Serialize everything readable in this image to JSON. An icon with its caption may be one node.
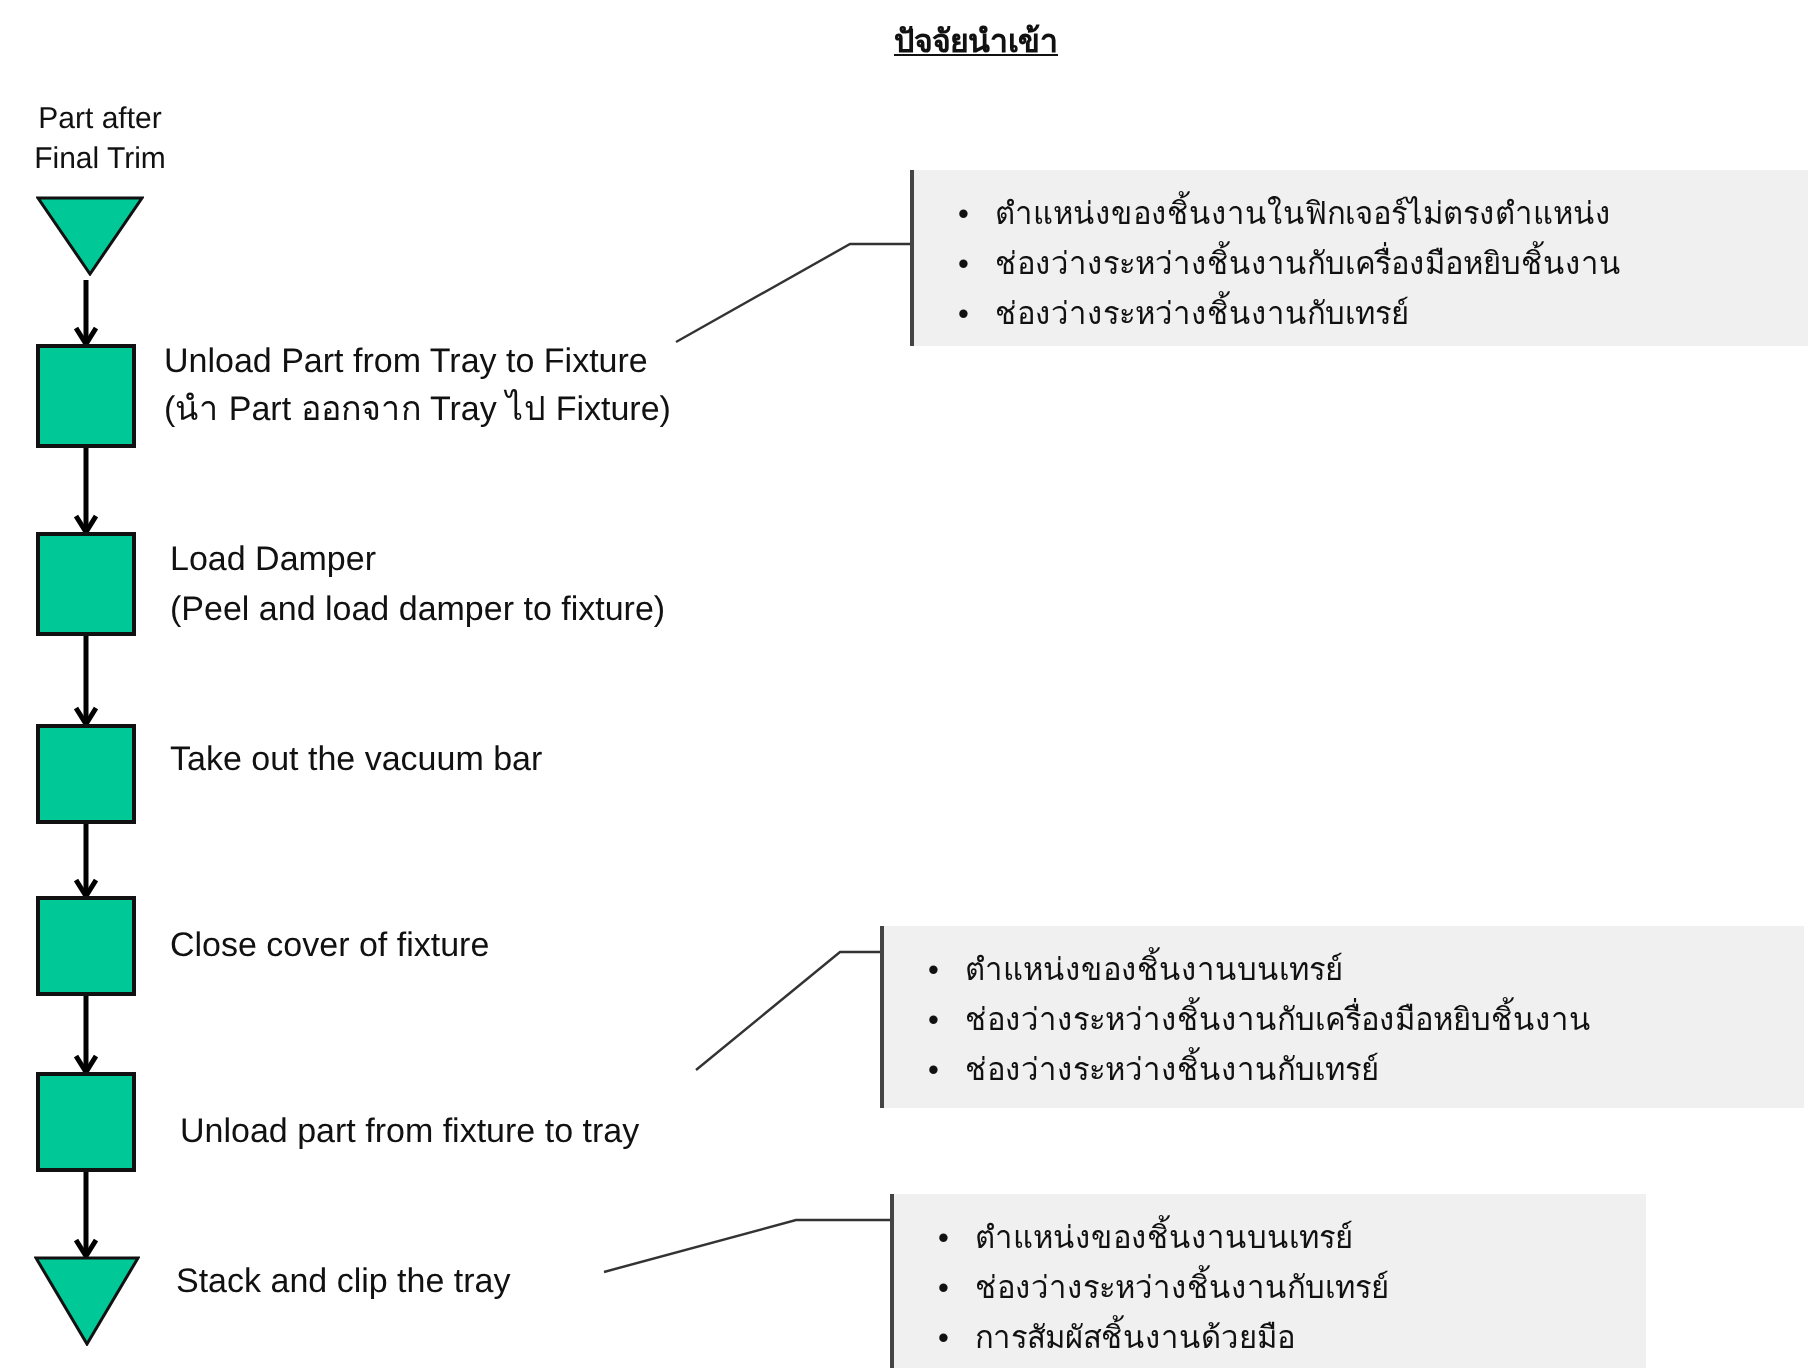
{
  "diagram": {
    "title": "ปัจจัยนำเข้า",
    "nodes": [
      {
        "text": [
          "Part after Final Trim"
        ]
      },
      {
        "text": [
          "Unload Part from Tray to Fixture",
          "(นำ Part ออกจาก Tray ไป Fixture)"
        ]
      },
      {
        "text": [
          "Load Damper",
          "(Peel and load damper to fixture)"
        ]
      },
      {
        "text": [
          "Take out the vacuum bar"
        ]
      },
      {
        "text": [
          "Close cover of fixture"
        ]
      },
      {
        "text": [
          "Unload part from fixture to tray"
        ]
      },
      {
        "text": [
          "Stack and clip the tray"
        ]
      },
      {
        "text": [
          "•   ตำแหน่งของชิ้นงานในฟิกเจอร์ไม่ตรงตำแหน่ง",
          "•   ช่องว่างระหว่างชิ้นงานกับเครื่องมือหยิบชิ้นงาน",
          "•   ช่องว่างระหว่างชิ้นงานกับเทรย์"
        ]
      },
      {
        "text": [
          "•   ตำแหน่งของชิ้นงานบนเทรย์",
          "•   ช่องว่างระหว่างชิ้นงานกับเครื่องมือหยิบชิ้นงาน",
          "•   ช่องว่างระหว่างชิ้นงานกับเทรย์"
        ]
      },
      {
        "text": [
          "•   ตำแหน่งของชิ้นงานบนเทรย์",
          "•   ช่องว่างระหว่างชิ้นงานกับเทรย์",
          "•   การสัมผัสชิ้นงานด้วยมือ"
        ]
      }
    ],
    "edges": [
      {
        "from": 0,
        "to": 1,
        "arrow": "to"
      },
      {
        "from": 1,
        "to": 2,
        "arrow": "to"
      },
      {
        "from": 2,
        "to": 3,
        "arrow": "to"
      },
      {
        "from": 3,
        "to": 4,
        "arrow": "to"
      },
      {
        "from": 4,
        "to": 5,
        "arrow": "to"
      },
      {
        "from": 5,
        "to": 6,
        "arrow": "to"
      },
      {
        "from": 7,
        "to": 1,
        "arrow": "none"
      },
      {
        "from": 8,
        "to": 5,
        "arrow": "none"
      },
      {
        "from": 9,
        "to": 6,
        "arrow": "none"
      }
    ]
  }
}
